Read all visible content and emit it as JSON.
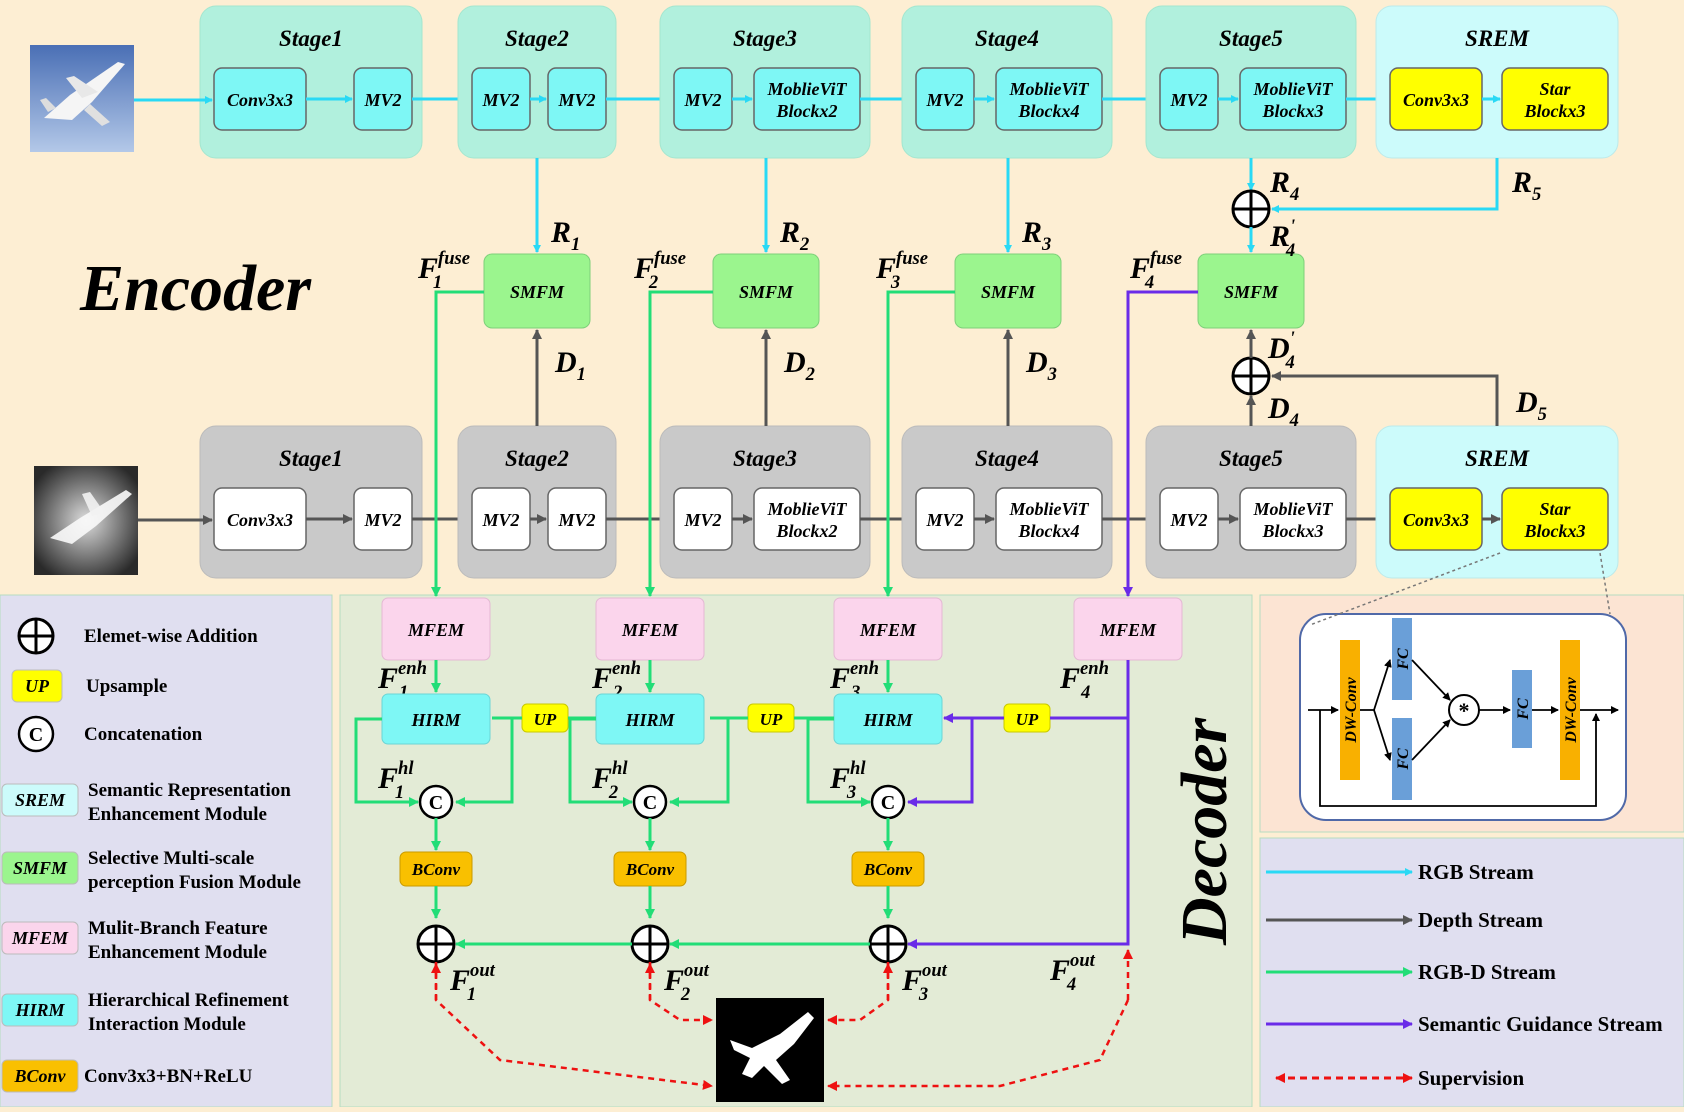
{
  "labels": {
    "encoder": "Encoder",
    "decoder": "Decoder"
  },
  "rgb_stages": [
    {
      "title": "Stage1",
      "blocks": [
        "Conv3x3",
        "MV2"
      ]
    },
    {
      "title": "Stage2",
      "blocks": [
        "MV2",
        "MV2"
      ]
    },
    {
      "title": "Stage3",
      "blocks": [
        "MV2",
        "MoblieViT Blockx2"
      ]
    },
    {
      "title": "Stage4",
      "blocks": [
        "MV2",
        "MoblieViT Blockx4"
      ]
    },
    {
      "title": "Stage5",
      "blocks": [
        "MV2",
        "MoblieViT Blockx3"
      ]
    },
    {
      "title": "SREM",
      "blocks": [
        "Conv3x3",
        "Star Blockx3"
      ]
    }
  ],
  "depth_stages": [
    {
      "title": "Stage1",
      "blocks": [
        "Conv3x3",
        "MV2"
      ]
    },
    {
      "title": "Stage2",
      "blocks": [
        "MV2",
        "MV2"
      ]
    },
    {
      "title": "Stage3",
      "blocks": [
        "MV2",
        "MoblieViT Blockx2"
      ]
    },
    {
      "title": "Stage4",
      "blocks": [
        "MV2",
        "MoblieViT Blockx4"
      ]
    },
    {
      "title": "Stage5",
      "blocks": [
        "MV2",
        "MoblieViT Blockx3"
      ]
    },
    {
      "title": "SREM",
      "blocks": [
        "Conv3x3",
        "Star Blockx3"
      ]
    }
  ],
  "modules": {
    "smfm": "SMFM",
    "mfem": "MFEM",
    "hirm": "HIRM",
    "up": "UP",
    "bconv": "BConv"
  },
  "legend": [
    {
      "abbr": "",
      "text": "Elemet-wise Addition"
    },
    {
      "abbr": "UP",
      "text": "Upsample"
    },
    {
      "abbr": "",
      "text": "Concatenation"
    },
    {
      "abbr": "SREM",
      "text": "Semantic Representation Enhancement Module"
    },
    {
      "abbr": "SMFM",
      "text": "Selective Multi-scale perception Fusion Module"
    },
    {
      "abbr": "MFEM",
      "text": "Mulit-Branch Feature Enhancement Module"
    },
    {
      "abbr": "HIRM",
      "text": "Hierarchical Refinement Interaction Module"
    },
    {
      "abbr": "BConv",
      "text": "Conv3x3+BN+ReLU"
    }
  ],
  "streams": [
    {
      "label": "RGB Stream",
      "color": "#29d9f5"
    },
    {
      "label": "Depth Stream",
      "color": "#555555"
    },
    {
      "label": "RGB-D Stream",
      "color": "#22dd77"
    },
    {
      "label": "Semantic Guidance Stream",
      "color": "#6a2be8"
    },
    {
      "label": "Supervision",
      "color": "#ee1111"
    }
  ],
  "star_block": {
    "dw_conv": "DW-Conv",
    "fc": "FC",
    "mul": "*"
  },
  "colors": {
    "rgb_stage_bg": "#b1f0dd",
    "depth_stage_bg": "#c9c9c9",
    "srem_bg": "#ccfbfb",
    "cyan_block": "#7ef7f5",
    "yellow_block": "#ffff00",
    "smfm": "#9bf58e",
    "mfem": "#fbd5ec",
    "bconv": "#f9c000",
    "rgb": "#29d9f5",
    "depth": "#555555",
    "rgbd": "#22dd77",
    "semantic": "#6a2be8",
    "supervision": "#ee1111"
  },
  "symbols": {
    "R": "R",
    "D": "D",
    "F": "F",
    "fuse": "fuse",
    "enh": "enh",
    "hl": "hl",
    "out": "out",
    "prime": "'",
    "concat": "C"
  },
  "indices": [
    "1",
    "2",
    "3",
    "4",
    "5"
  ]
}
